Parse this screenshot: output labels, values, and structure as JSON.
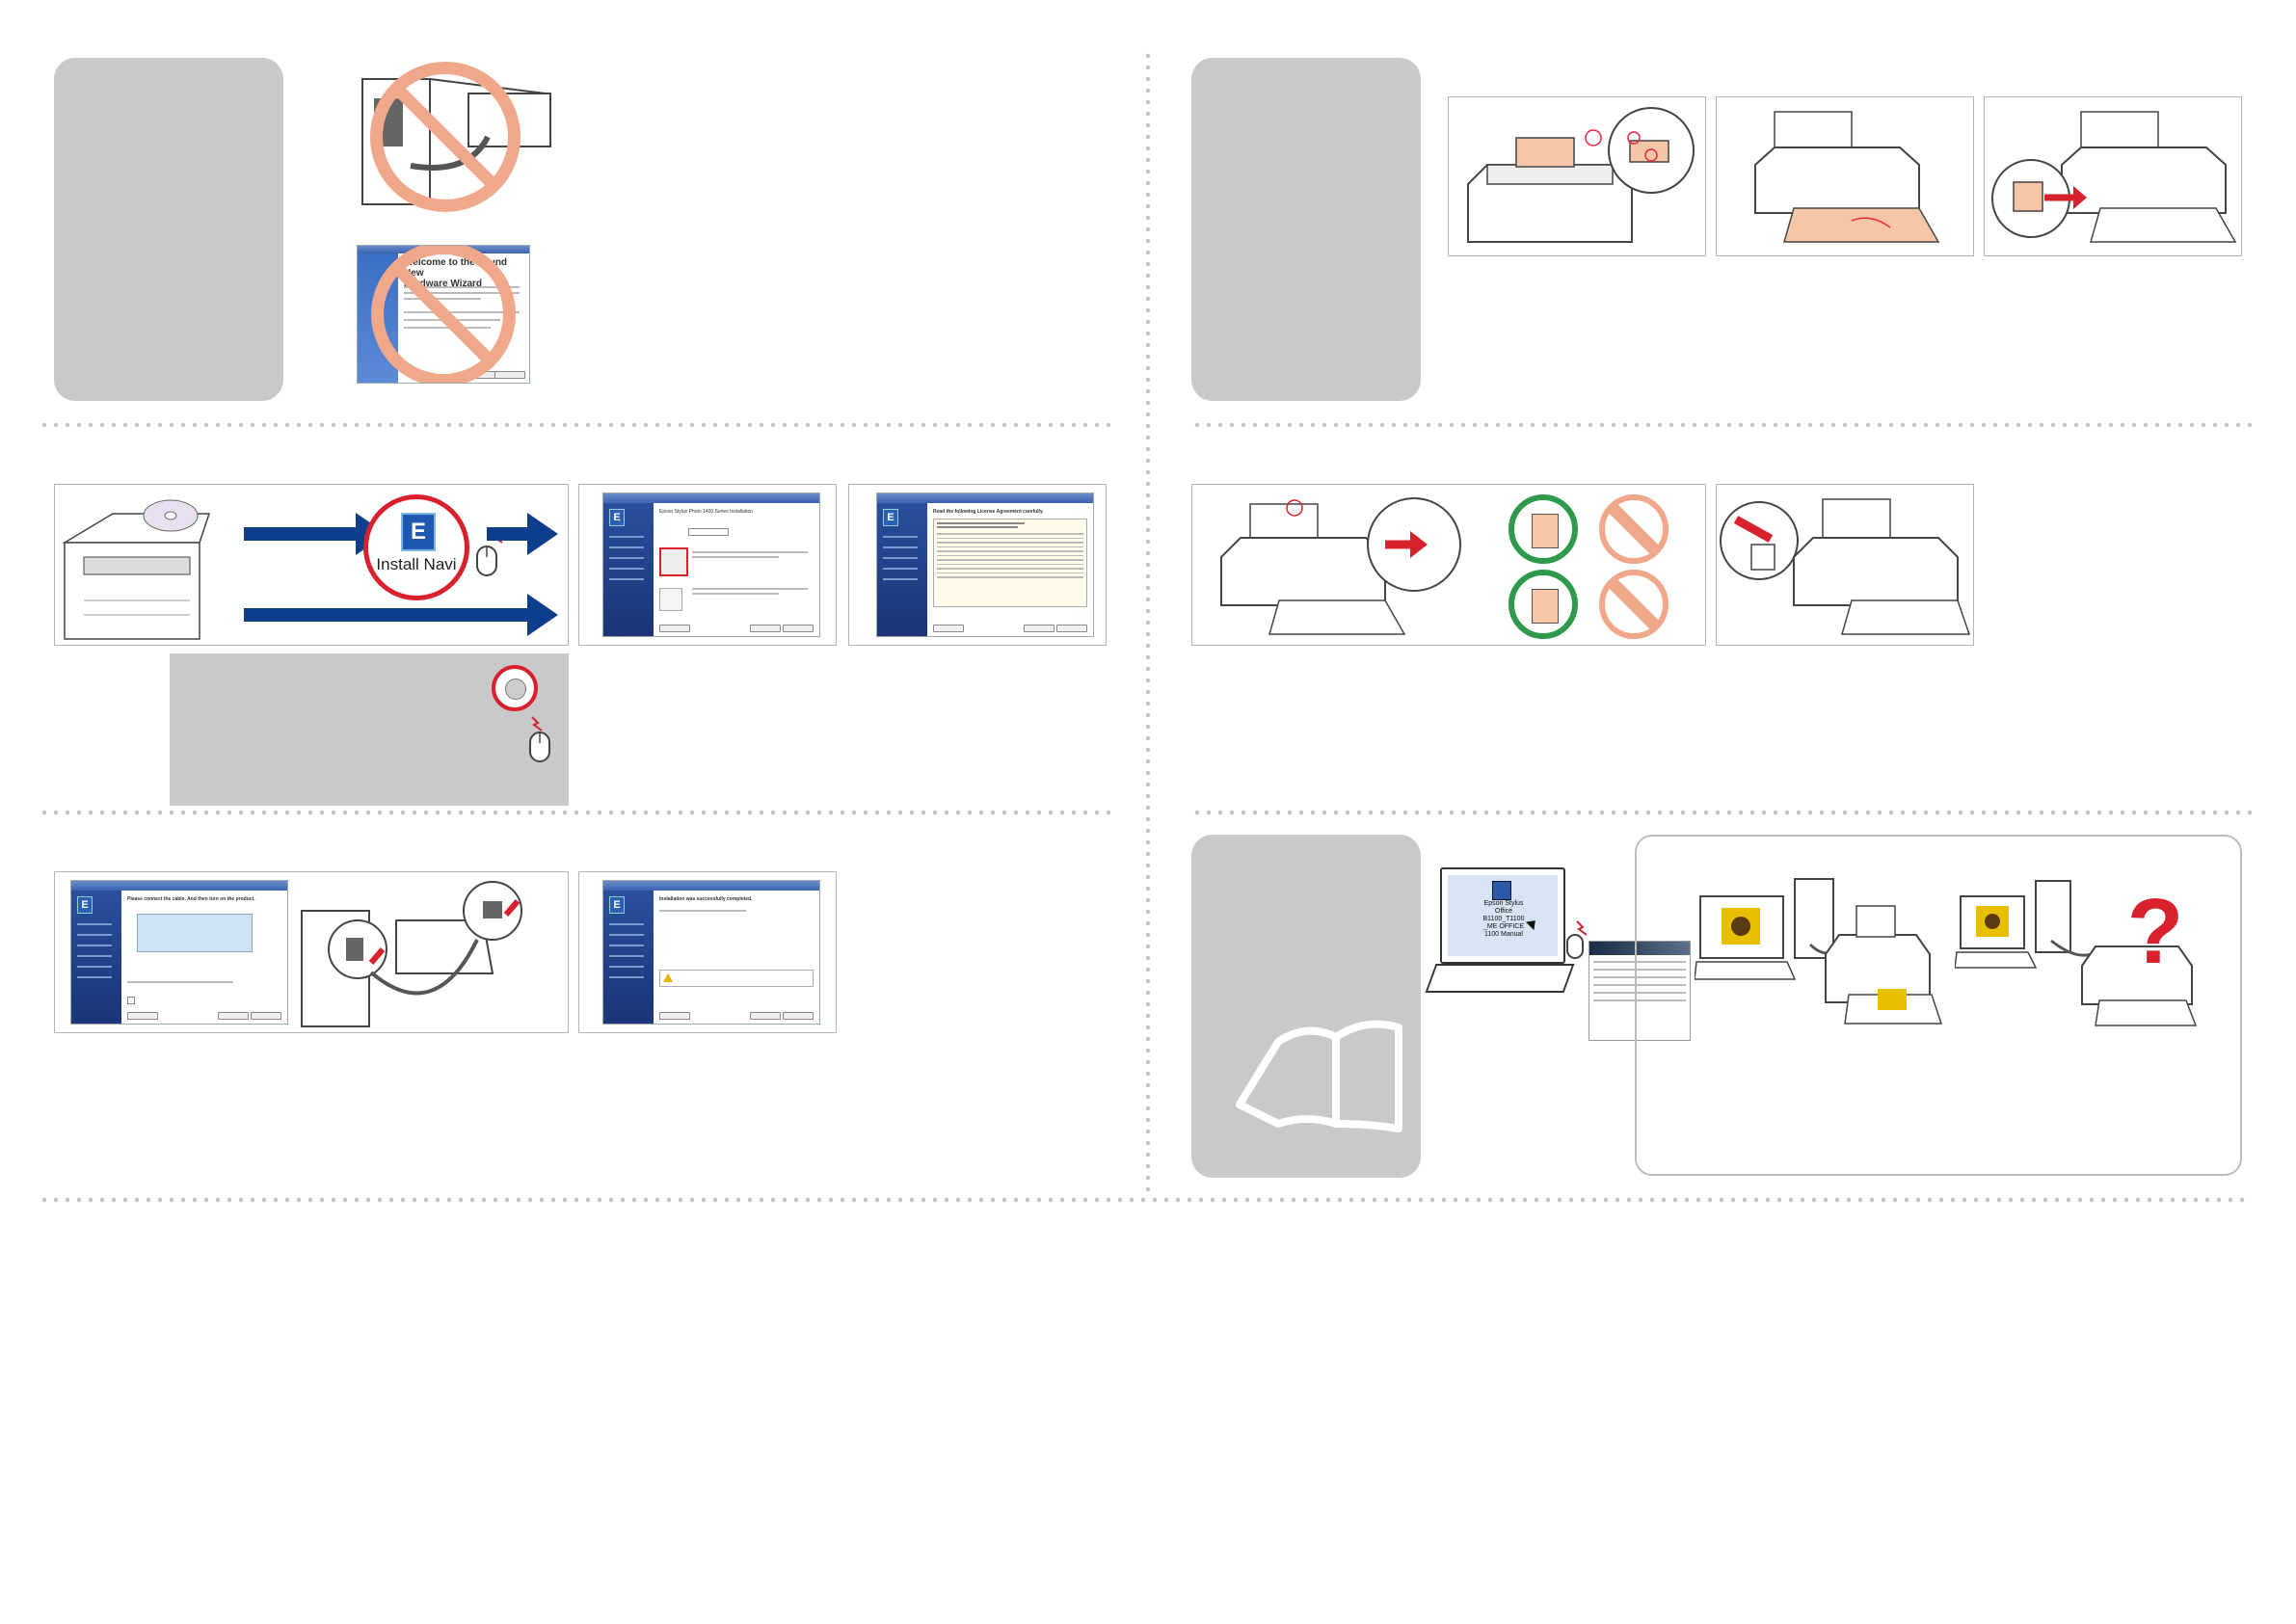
{
  "install_navi": {
    "label": "Install Navi",
    "logo_letter": "E"
  },
  "wizard_dialog": {
    "title_line1": "Welcome to the Found New",
    "title_line2": "Hardware Wizard"
  },
  "setup_dialog": {
    "title": "Epson Stylus Photo 1400 Series Installation"
  },
  "license_dialog": {
    "heading": "Read the following License Agreement carefully."
  },
  "connect_dialog": {
    "heading": "Please connect the cable. And then turn on the product."
  },
  "complete_dialog": {
    "heading": "Installation was successfully completed."
  },
  "monitor_icon": {
    "label_lines": [
      "Epson Stylus",
      "Office",
      "B1100_T1100",
      "_ME OFFICE",
      "1100 Manual"
    ]
  },
  "colors": {
    "arrow_blue": "#0d3f8d",
    "prohibited": "#f0a78a",
    "ok_green": "#2f9a4b",
    "alert_red": "#d8212c",
    "panel_gray": "#c9c9cb"
  },
  "icons": [
    "prohibited-sign-icon",
    "cd-disc-icon",
    "mouse-click-icon",
    "install-icon",
    "question-mark-icon",
    "open-book-icon",
    "check-circle-icon"
  ]
}
